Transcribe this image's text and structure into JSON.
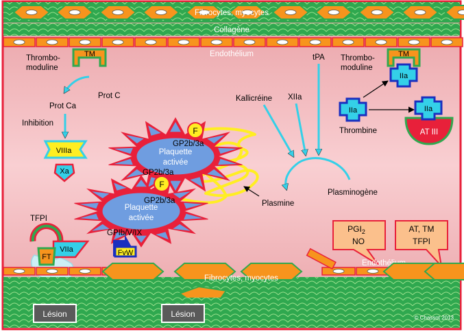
{
  "layers": {
    "top_fibro": "Fibrocytes, myocytes",
    "collagen": "Collagène",
    "endothelium_top": "Endothélium",
    "endothelium_bottom": "Endothélium",
    "bottom_fibro": "Fibrocytes, myocytes"
  },
  "left": {
    "thrombomodulin": "Thrombo-",
    "thrombomodulin2": "moduline",
    "tm": "TM",
    "prot_c": "Prot C",
    "prot_ca": "Prot Ca",
    "inhibition": "Inhibition",
    "viiia": "VIIIa",
    "xa": "Xa",
    "tfpi": "TFPI",
    "viia": "VIIa",
    "ft": "FT"
  },
  "center": {
    "f1": "F",
    "gp2b3a_1": "GP2b/3a",
    "platelet1_line1": "Plaquette",
    "platelet1_line2": "activée",
    "gp2b3a_2": "GP2b/3a",
    "f2": "F",
    "gp2b3a_3": "GP2b/3a",
    "platelet2_line1": "Plaquette",
    "platelet2_line2": "activée",
    "gp1b": "GPIb/V/IX",
    "fvw": "FvW"
  },
  "fibrinolysis": {
    "kallikrein": "Kallicréine",
    "xiia": "XIIa",
    "tpa": "tPA",
    "plasmin": "Plasmine",
    "plasminogen": "Plasminogène"
  },
  "right": {
    "thrombomodulin": "Thrombo-",
    "thrombomodulin2": "moduline",
    "tm": "TM",
    "iia_tm": "IIa",
    "iia_thrombin": "IIa",
    "thrombin": "Thrombine",
    "iia_at": "IIa",
    "at3": "AT III"
  },
  "callouts": {
    "pgi2_base": "PGI",
    "pgi2_sub": "2",
    "no": "NO",
    "at_tm": "AT, TM",
    "tfpi": "TFPI"
  },
  "lesion_left": "Lésion",
  "lesion_right": "Lésion",
  "copyright": "© Chassot 2013",
  "colors": {
    "frame": "#e8203a",
    "lumen": "#f4b8bd",
    "green": "#2fa84f",
    "orange": "#f7941d",
    "cyan": "#34d0e8",
    "blue": "#1a2fbf",
    "platelet": "#6f9de0",
    "yellow": "#ffee22",
    "callout": "#fbc08c"
  }
}
